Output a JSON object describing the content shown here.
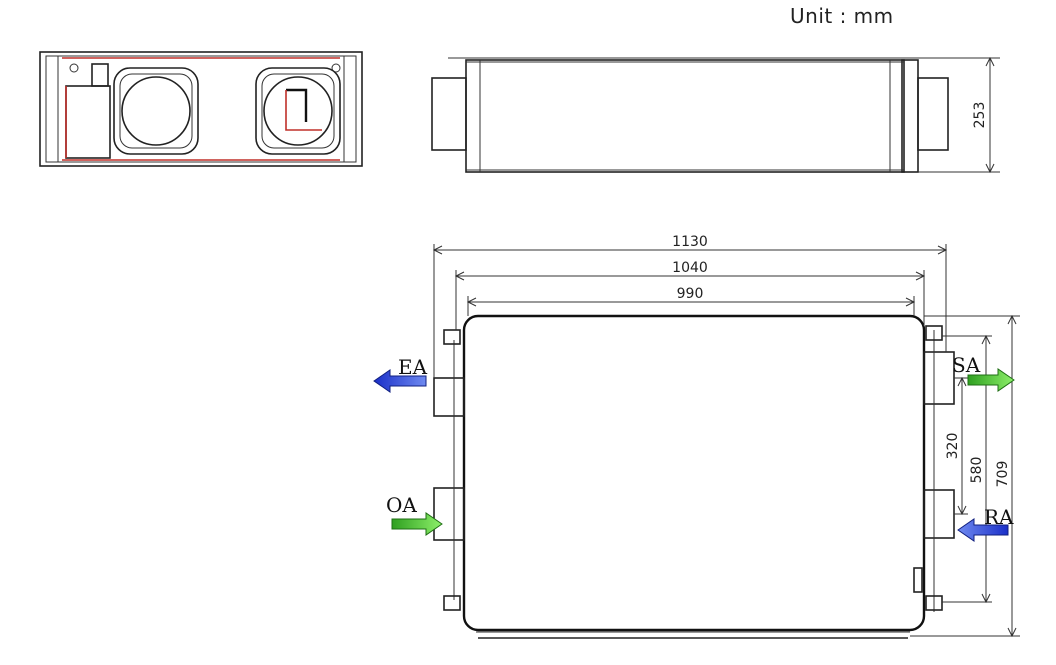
{
  "unit_label": "Unit : mm",
  "dimensions": {
    "width_overall": "1130",
    "width_mid": "1040",
    "width_inner": "990",
    "height_side": "253",
    "spacing_ports": "320",
    "spacing_mounts": "580",
    "depth_overall": "709"
  },
  "ports": {
    "exhaust": "EA",
    "outdoor": "OA",
    "supply": "SA",
    "return": "RA"
  },
  "colors": {
    "blue_arrow": "#1f3fd0",
    "green_arrow": "#3fcf2f",
    "red_line": "#c0302a"
  }
}
